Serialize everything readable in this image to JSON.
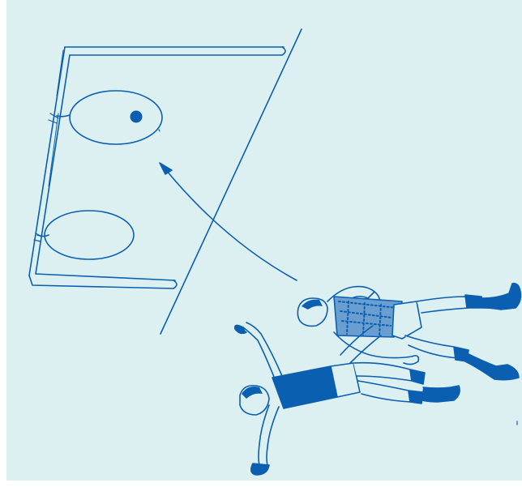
{
  "colors": {
    "page_background": "#ffffff",
    "panel_background": "#ddf0f1",
    "ink": "#0a5fb0"
  },
  "figure": {
    "subject": "two-players-throwing-ball-into-goal",
    "goal_targets": 2,
    "ball_in_upper_target": true,
    "arrow_direction": "from-players-to-upper-target"
  }
}
